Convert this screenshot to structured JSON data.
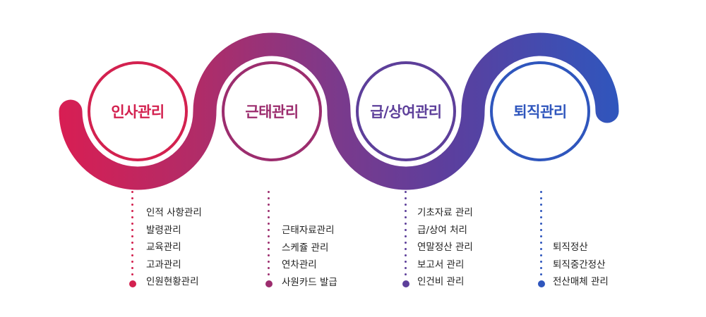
{
  "colors": {
    "gradient_start": "#d81e53",
    "gradient_mid1": "#b02c68",
    "gradient_mid2": "#7a3a8c",
    "gradient_mid3": "#5b3f9e",
    "gradient_end": "#2f56bd",
    "circle1": "#d3214f",
    "circle2": "#9c2d6e",
    "circle3": "#5d3f9a",
    "circle4": "#2f56bd"
  },
  "stages": [
    {
      "title": "인사관리",
      "items": [
        "인적 사항관리",
        "발령관리",
        "교육관리",
        "고과관리",
        "인원현황관리"
      ]
    },
    {
      "title": "근태관리",
      "items": [
        "근태자료관리",
        "스케쥴 관리",
        "연차관리",
        "사원카드 발급"
      ]
    },
    {
      "title": "급/상여관리",
      "items": [
        "기초자료 관리",
        "급/상여 처리",
        "연말정산 관리",
        "보고서 관리",
        "인건비 관리"
      ]
    },
    {
      "title": "퇴직관리",
      "items": [
        "퇴직정산",
        "퇴직중간정산",
        "전산매체 관리"
      ]
    }
  ]
}
